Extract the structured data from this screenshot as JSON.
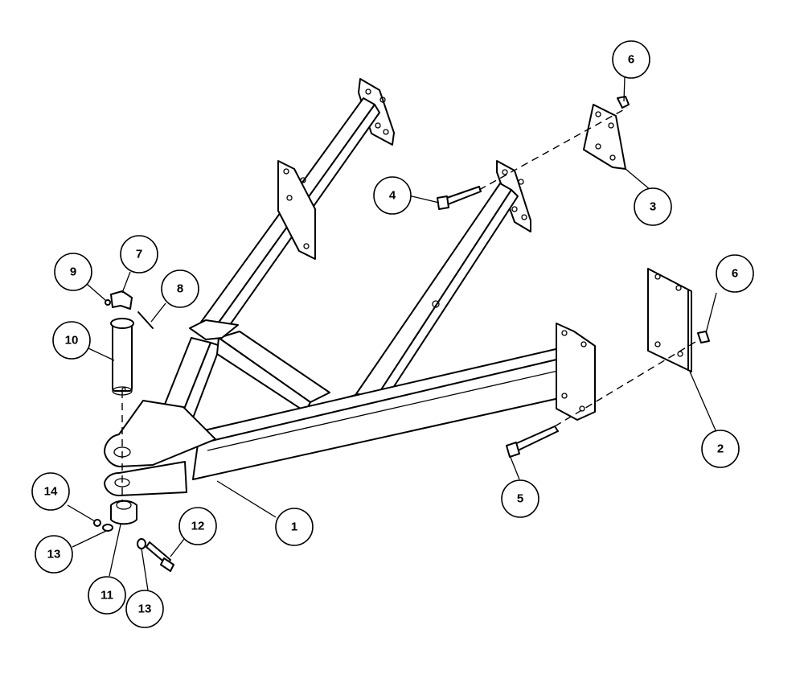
{
  "callouts": [
    {
      "id": "1",
      "label": "1"
    },
    {
      "id": "2",
      "label": "2"
    },
    {
      "id": "3",
      "label": "3"
    },
    {
      "id": "4",
      "label": "4"
    },
    {
      "id": "5",
      "label": "5"
    },
    {
      "id": "6a",
      "label": "6"
    },
    {
      "id": "6b",
      "label": "6"
    },
    {
      "id": "7",
      "label": "7"
    },
    {
      "id": "8",
      "label": "8"
    },
    {
      "id": "9",
      "label": "9"
    },
    {
      "id": "10",
      "label": "10"
    },
    {
      "id": "11",
      "label": "11"
    },
    {
      "id": "12",
      "label": "12"
    },
    {
      "id": "13a",
      "label": "13"
    },
    {
      "id": "13b",
      "label": "13"
    },
    {
      "id": "14",
      "label": "14"
    }
  ]
}
